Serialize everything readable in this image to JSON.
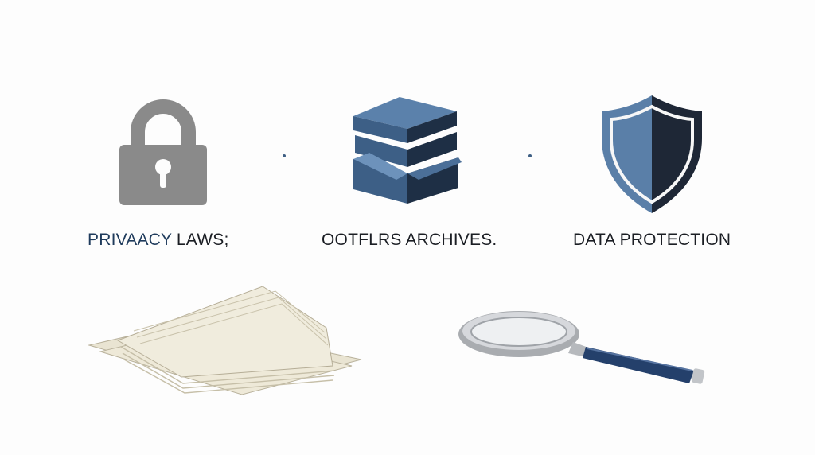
{
  "labels": {
    "privacy_laws": {
      "prefix": "PRIVAACY",
      "suffix": " LAWS;"
    },
    "archives": "OOTFLRS ARCHIVES.",
    "data_protection": "DATA PROTECTION"
  },
  "icons": {
    "lock": "padlock-icon",
    "boxes": "stacked-boxes-icon",
    "shield": "shield-icon",
    "papers": "paper-stack-icon",
    "magnifier": "magnifying-glass-icon"
  },
  "colors": {
    "background": "#fdfdfd",
    "lock_gray": "#8a8a8a",
    "box_blue": "#3d5f86",
    "box_dark": "#1e2f45",
    "shield_blue": "#5a7fa8",
    "shield_dark": "#1e2736",
    "label_navy": "#1f3b5c",
    "text_dark": "#1b1e24",
    "paper": "#ebe6d4",
    "handle_blue": "#24406b"
  }
}
